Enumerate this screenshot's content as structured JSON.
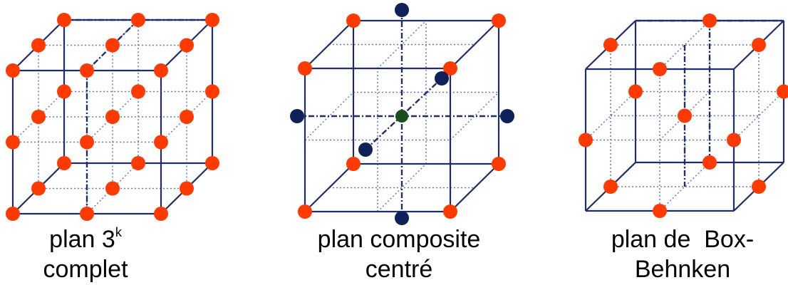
{
  "colors": {
    "edge": "#1f2d6b",
    "dotted": "#6b7bb0",
    "factorial_point": "#ff3a00",
    "axial_point": "#0e2159",
    "center_point": "#1c4d1c",
    "background": "#ffffff"
  },
  "figures": [
    {
      "id": "full-factorial",
      "caption_line1_main": "plan 3",
      "caption_line1_sup": "k",
      "caption_line2": "complet"
    },
    {
      "id": "central-composite",
      "caption_line1_main": "plan composite",
      "caption_line1_sup": "",
      "caption_line2": "centré"
    },
    {
      "id": "box-behnken",
      "caption_line1_main": "plan de  Box-",
      "caption_line1_sup": "",
      "caption_line2": "Behnken"
    }
  ]
}
